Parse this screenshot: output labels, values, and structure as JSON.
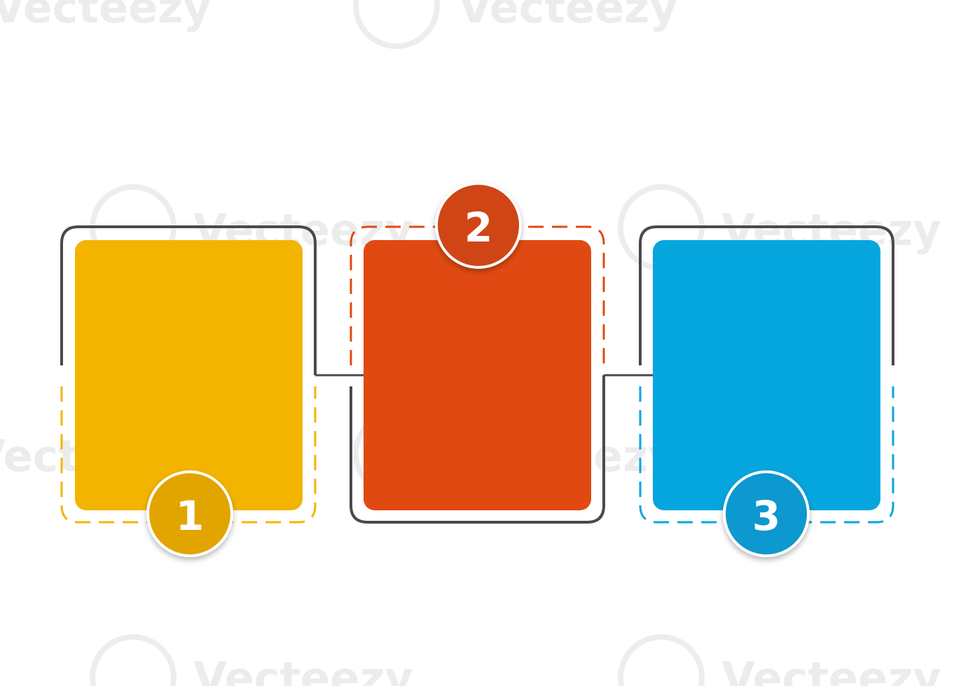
{
  "watermark": {
    "text": "Vecteezy"
  },
  "steps": [
    {
      "number": "1",
      "color": "#F3B400",
      "badge_color": "#E2A500",
      "frame_color": "#F3B400"
    },
    {
      "number": "2",
      "color": "#E04A12",
      "badge_color": "#D04414",
      "frame_color": "#E04A12"
    },
    {
      "number": "3",
      "color": "#05A6DE",
      "badge_color": "#0A98CF",
      "frame_color": "#05A6DE"
    }
  ],
  "connector_color": "#4A4A4A"
}
